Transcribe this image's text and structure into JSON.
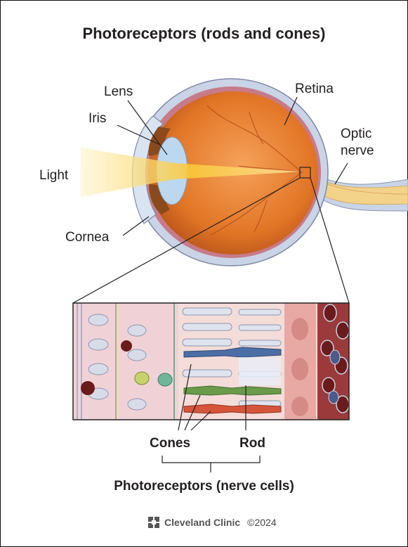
{
  "title": "Photoreceptors (rods and cones)",
  "labels": {
    "lens": "Lens",
    "iris": "Iris",
    "light": "Light",
    "cornea": "Cornea",
    "retina": "Retina",
    "optic_nerve_line1": "Optic",
    "optic_nerve_line2": "nerve",
    "cones": "Cones",
    "rod": "Rod",
    "photoreceptors": "Photoreceptors (nerve cells)"
  },
  "footer": {
    "brand": "Cleveland Clinic",
    "copyright": "©2024"
  },
  "colors": {
    "eyeball_interior": "#e87f2c",
    "sclera": "#c9d4e6",
    "light_beam": "#f9c83a",
    "nerve": "#f3d28a",
    "cone_green": "#6a9a4a",
    "cone_blue": "#4b6ea5",
    "cone_red": "#d6553a",
    "blood_cell": "#7a1f1f"
  }
}
